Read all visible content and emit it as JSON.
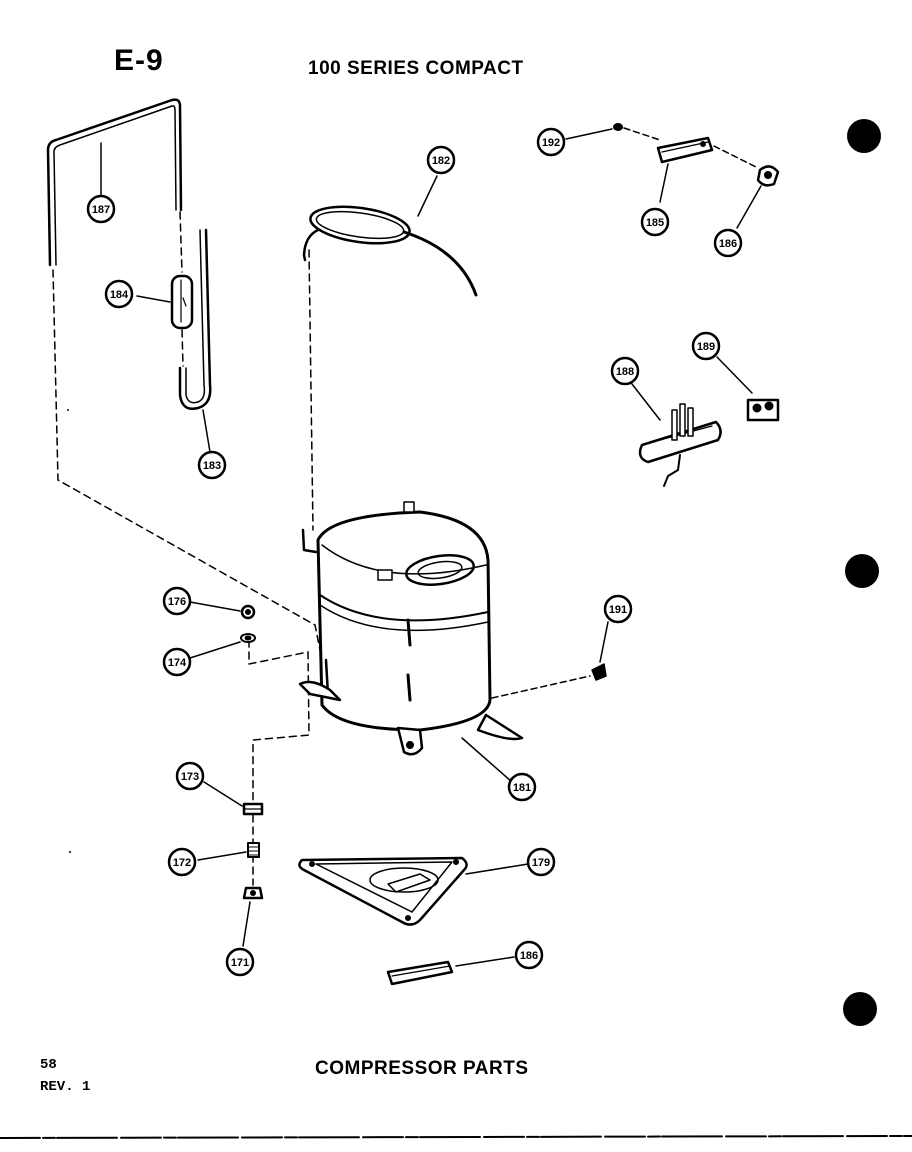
{
  "header": {
    "section_code": "E-9",
    "series_title": "100 SERIES COMPACT"
  },
  "footer": {
    "diagram_title": "COMPRESSOR PARTS",
    "page_number": "58",
    "revision": "REV. 1"
  },
  "callouts": {
    "c187": "187",
    "c184": "184",
    "c183": "183",
    "c182": "182",
    "c192": "192",
    "c185": "185",
    "c186a": "186",
    "c188": "188",
    "c189": "189",
    "c176": "176",
    "c174": "174",
    "c191": "191",
    "c173": "173",
    "c181": "181",
    "c172": "172",
    "c179": "179",
    "c171": "171",
    "c186b": "186"
  },
  "colors": {
    "ink": "#000000",
    "paper": "#ffffff"
  }
}
